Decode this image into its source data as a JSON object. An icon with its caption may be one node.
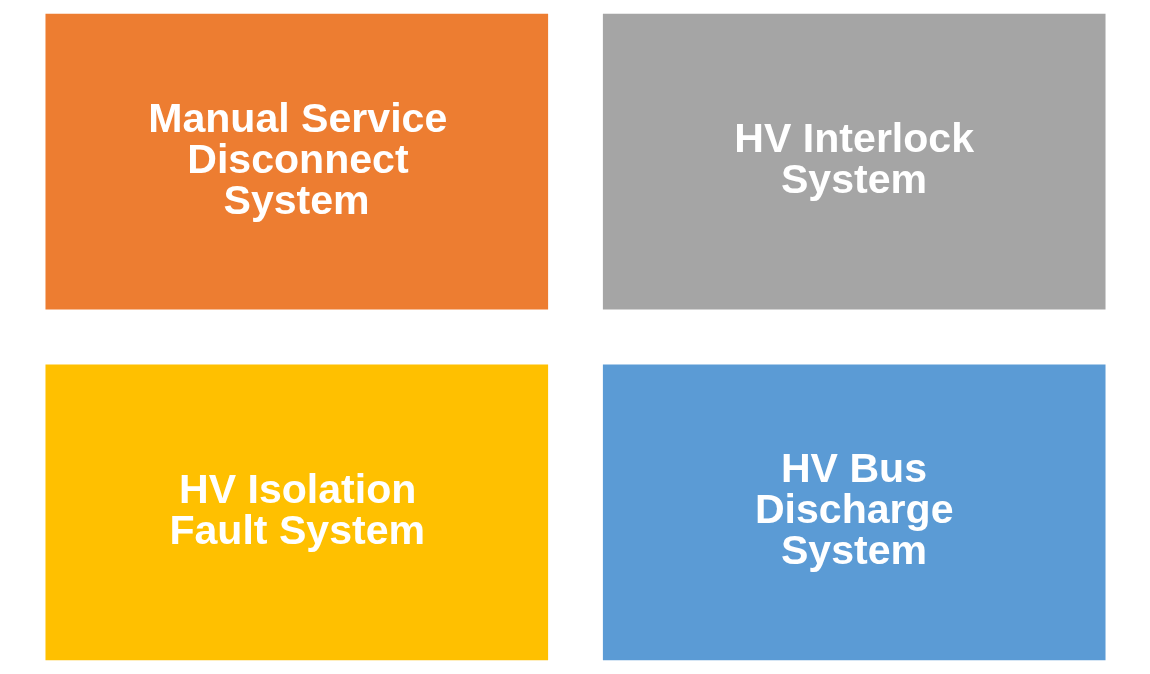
{
  "diagram": {
    "nodes": [
      {
        "text": [
          "Manual Service Disconnect System"
        ]
      },
      {
        "text": [
          "HV Interlock System"
        ]
      },
      {
        "text": [
          "HV Isolation Fault System"
        ]
      },
      {
        "text": [
          "HV Bus Discharge System"
        ]
      }
    ]
  }
}
